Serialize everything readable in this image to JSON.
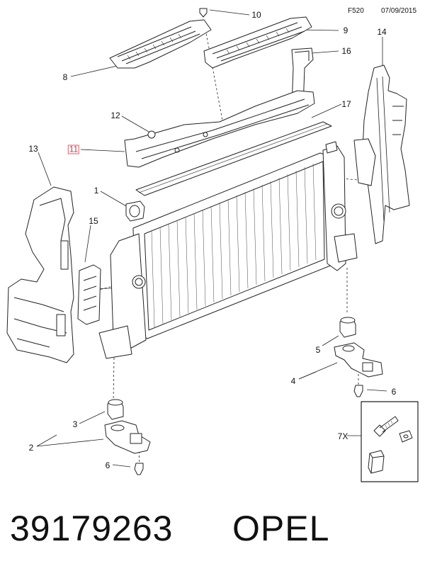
{
  "header": {
    "code_left": "F520",
    "code_right": "07/09/2015"
  },
  "callouts": {
    "c1": "1",
    "c2": "2",
    "c3": "3",
    "c4": "4",
    "c5": "5",
    "c6a": "6",
    "c6b": "6",
    "c7x": "7X",
    "c8": "8",
    "c9": "9",
    "c10": "10",
    "c11": "11",
    "c12": "12",
    "c13": "13",
    "c14": "14",
    "c15": "15",
    "c16": "16",
    "c17": "17"
  },
  "highlight_color": "#e25b6b",
  "caption": {
    "part_number": "39179263",
    "brand": "OPEL"
  }
}
